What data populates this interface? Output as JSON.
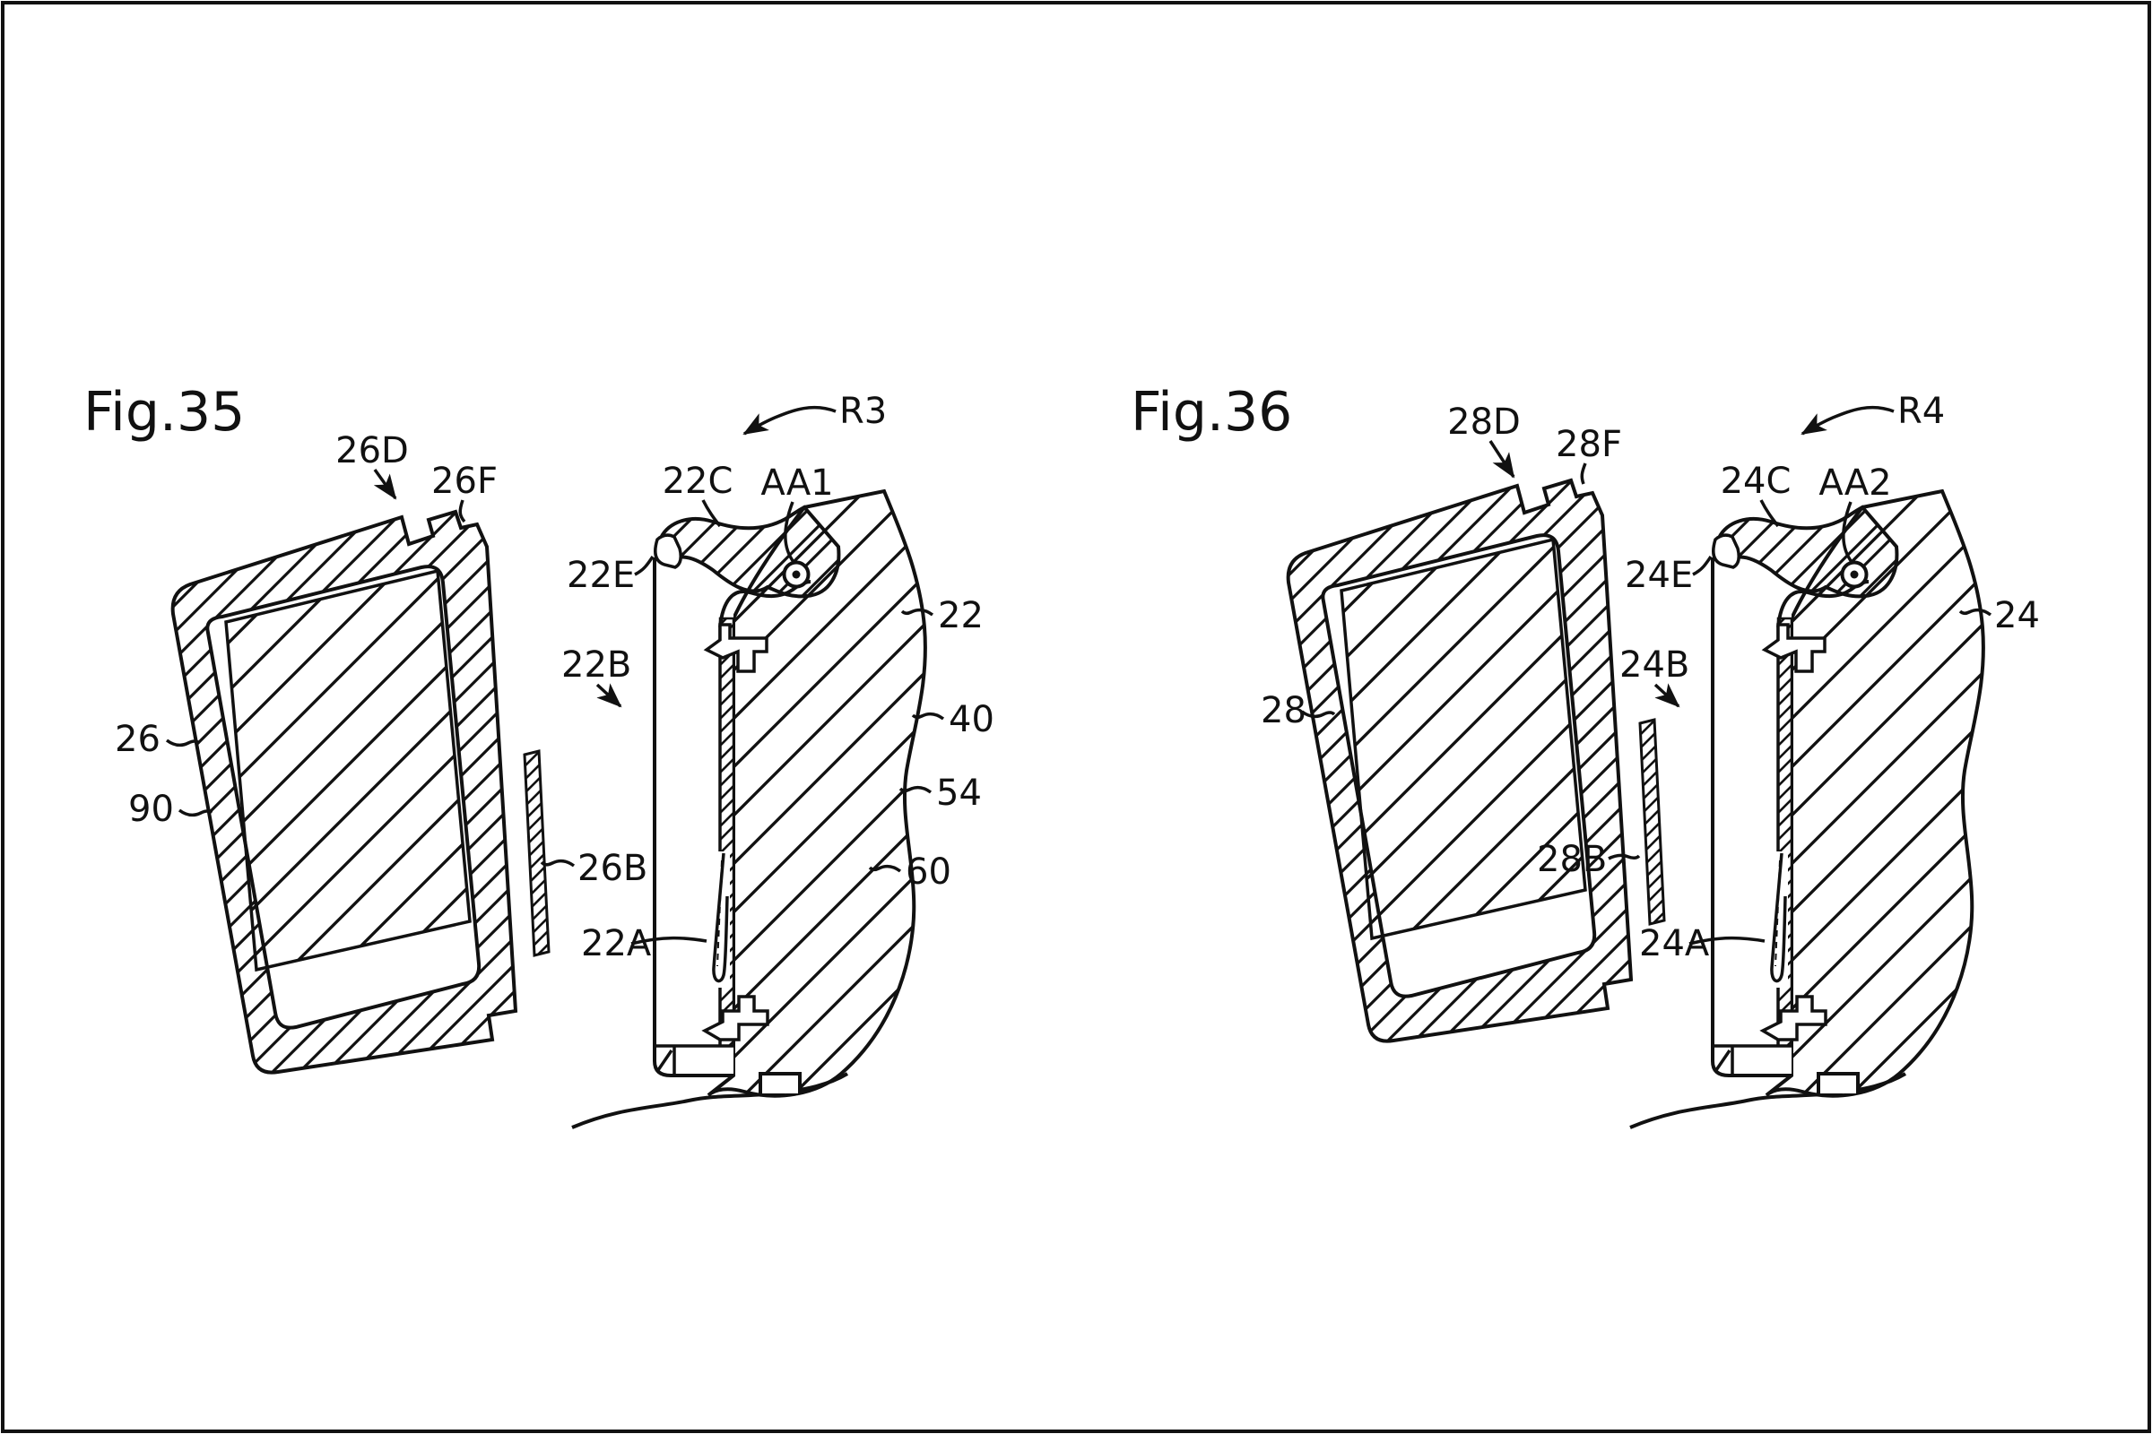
{
  "drawing": {
    "type": "patent-figure-sheet",
    "line_color": "#111111",
    "background": "#ffffff"
  },
  "fig35": {
    "title": "Fig.35",
    "labels": {
      "d26D": "26D",
      "d26F": "26F",
      "d22C": "22C",
      "aa1": "AA1",
      "r3": "R3",
      "d22E": "22E",
      "d22B": "22B",
      "n26": "26",
      "n90": "90",
      "n26B": "26B",
      "d22A": "22A",
      "n22": "22",
      "n40": "40",
      "n54": "54",
      "n60": "60"
    }
  },
  "fig36": {
    "title": "Fig.36",
    "labels": {
      "d28D": "28D",
      "d28F": "28F",
      "d24C": "24C",
      "aa2": "AA2",
      "r4": "R4",
      "d24E": "24E",
      "d24B": "24B",
      "n28": "28",
      "n28B": "28B",
      "d24A": "24A",
      "n24": "24"
    }
  }
}
